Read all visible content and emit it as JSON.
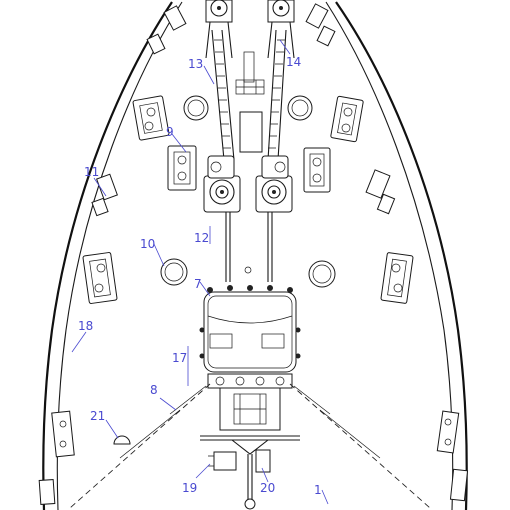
{
  "callouts": [
    {
      "id": "label-1",
      "text": "1"
    },
    {
      "id": "label-8",
      "text": "8"
    },
    {
      "id": "label-9",
      "text": "9"
    },
    {
      "id": "label-10",
      "text": "10"
    },
    {
      "id": "label-11",
      "text": "11"
    },
    {
      "id": "label-12",
      "text": "12"
    },
    {
      "id": "label-13",
      "text": "13"
    },
    {
      "id": "label-14",
      "text": "14"
    },
    {
      "id": "label-17",
      "text": "17"
    },
    {
      "id": "label-18",
      "text": "18"
    },
    {
      "id": "label-19",
      "text": "19"
    },
    {
      "id": "label-20",
      "text": "20"
    },
    {
      "id": "label-21",
      "text": "21"
    },
    {
      "id": "label-7",
      "text": "7"
    }
  ],
  "colors": {
    "linework": "#1a1a1a",
    "callout": "#4a4ad0",
    "background": "#ffffff"
  }
}
